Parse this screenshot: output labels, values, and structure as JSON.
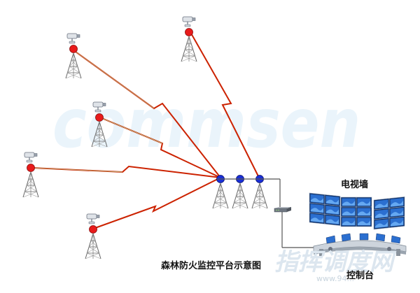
{
  "diagram": {
    "caption": "森林防火监控平台示意图",
    "watermark": "commsen",
    "labels": {
      "video_wall": "电视墙",
      "console": "控制台"
    },
    "site_logo": {
      "text": "指挥调度网",
      "url": "www.94..."
    }
  },
  "colors": {
    "camera_node": "#e81b1b",
    "relay_node": "#1a2fd6",
    "wireless_link": "#cc2200",
    "cable": "#555555",
    "screen": "#2b6fd0"
  },
  "icons": {
    "camera": "cctv-camera-icon",
    "tower": "lattice-tower-icon",
    "switch": "network-switch-icon",
    "video_wall": "monitor-wall-icon",
    "console": "operator-console-icon"
  }
}
